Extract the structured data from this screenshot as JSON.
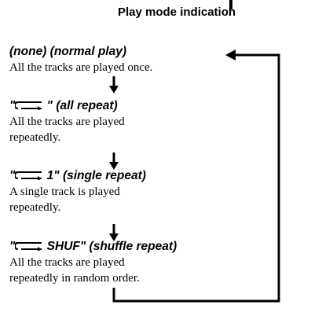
{
  "title": "Play mode indication",
  "modes": [
    {
      "indicator": "(none)",
      "name": "(normal play)",
      "desc": [
        "All the tracks are played once."
      ]
    },
    {
      "indicator_prefix": "\"",
      "indicator_suffix": " \"",
      "icon": "repeat-arrow-icon",
      "name": "(all repeat)",
      "desc": [
        "All the tracks are played",
        "repeatedly."
      ]
    },
    {
      "indicator_prefix": "\"",
      "indicator_suffix": " 1\"",
      "icon": "repeat-arrow-icon",
      "name": "(single repeat)",
      "desc": [
        "A single track is played",
        "repeatedly."
      ]
    },
    {
      "indicator_prefix": "\"",
      "indicator_suffix": " SHUF\"",
      "icon": "repeat-arrow-icon",
      "name": "(shuffle repeat)",
      "desc": [
        "All the tracks are played",
        "repeatedly in random order."
      ]
    }
  ]
}
